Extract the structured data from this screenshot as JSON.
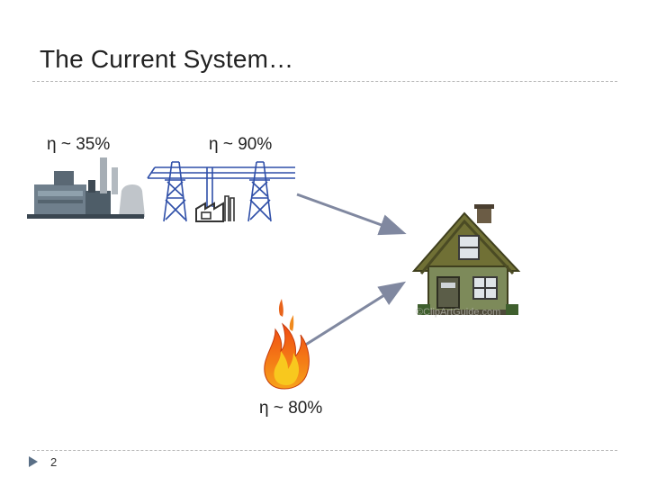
{
  "slide": {
    "title": "The Current System…",
    "page_number": "2",
    "efficiency_labels": {
      "power_plant": "η ~ 35%",
      "transmission": "η ~ 90%",
      "furnace": "η ~ 80%"
    },
    "watermark": "©ClipArtGuide.com",
    "colors": {
      "text": "#222222",
      "arrow": "#8088a0",
      "rule": "#b8b8b8",
      "tower": "#2f4fa8",
      "house_roof": "#6d6e34",
      "flame_outer": "#e8631a",
      "flame_inner": "#f8c81e"
    },
    "icons": [
      "power-plant-icon",
      "transmission-tower-icon",
      "house-icon",
      "flame-icon",
      "slide-bullet-icon"
    ]
  }
}
